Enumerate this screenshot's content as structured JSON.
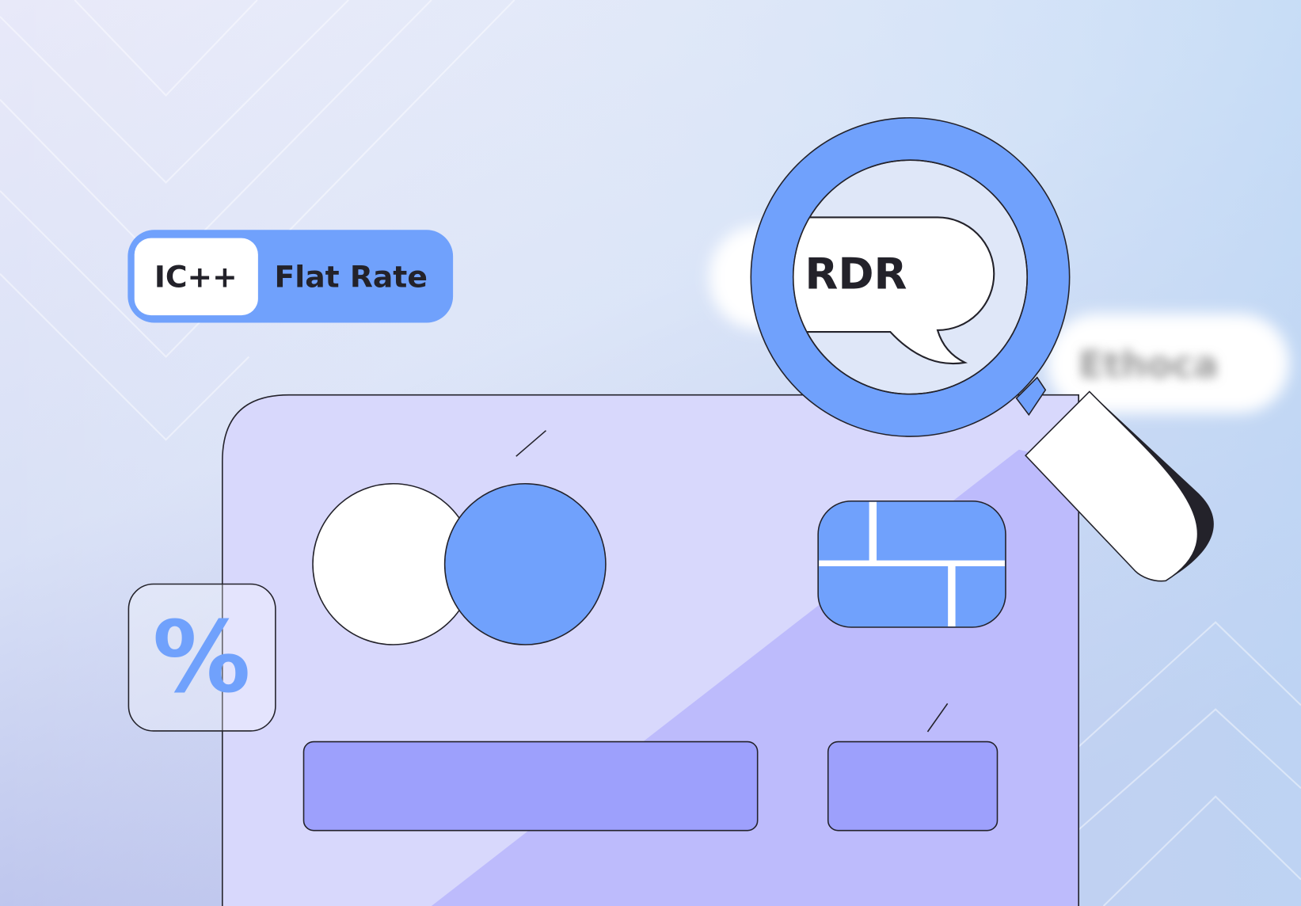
{
  "toggle": {
    "option_selected": "IC++",
    "option_other": "Flat Rate"
  },
  "magnifier": {
    "focused_label": "RDR",
    "blurred_labels": [
      "Ethoca"
    ]
  },
  "percent_badge": {
    "symbol": "%"
  },
  "colors": {
    "accent_blue": "#70a1fc",
    "card_fill": "#d8d8fc",
    "card_shade": "#bdbbfc",
    "bar_fill": "#9da0fc",
    "outline": "#23222a"
  }
}
